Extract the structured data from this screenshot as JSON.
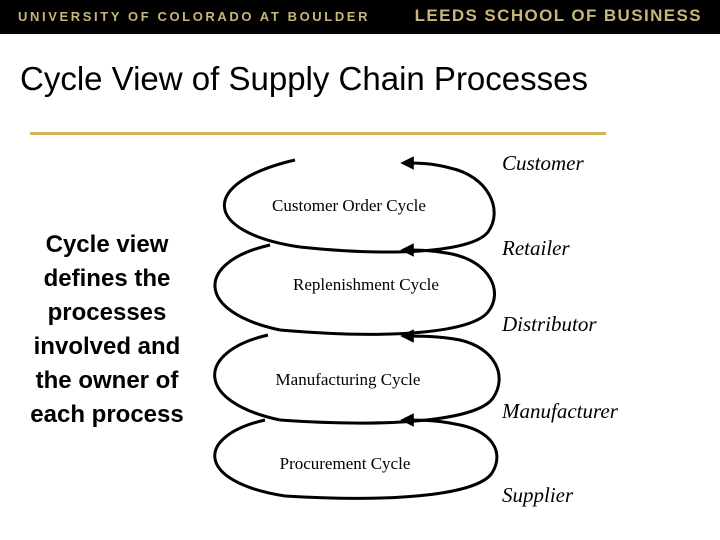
{
  "header": {
    "university": "UNIVERSITY OF COLORADO AT BOULDER",
    "school": "LEEDS SCHOOL OF BUSINESS",
    "background_color": "#000000",
    "text_color": "#c9b47a"
  },
  "title": "Cycle View of Supply Chain Processes",
  "rule_color": "#d4b25a",
  "side_text": [
    "Cycle view",
    "defines the",
    "processes",
    "involved and",
    "the owner of",
    "each process"
  ],
  "diagram": {
    "stages": [
      "Customer",
      "Retailer",
      "Distributor",
      "Manufacturer",
      "Supplier"
    ],
    "cycles": [
      "Customer Order Cycle",
      "Replenishment Cycle",
      "Manufacturing Cycle",
      "Procurement Cycle"
    ]
  }
}
